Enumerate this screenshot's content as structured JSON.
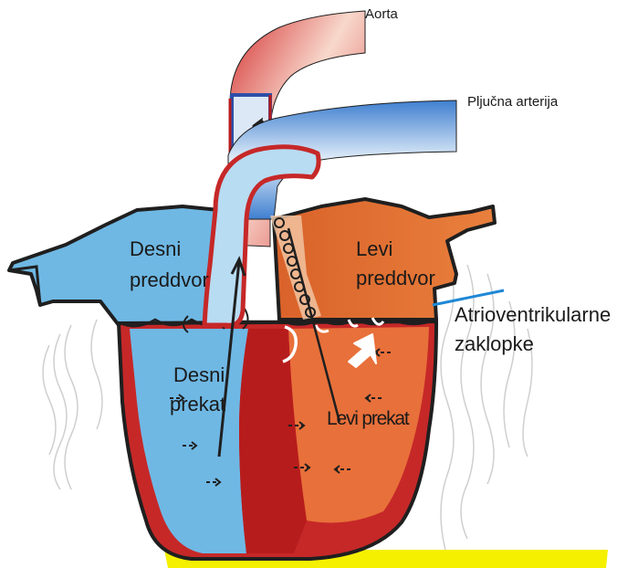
{
  "labels": {
    "aorta": "Aorta",
    "pulmonary_artery": "Pljučna arterija",
    "right_atrium": [
      "Desni",
      "preddvor"
    ],
    "left_atrium": [
      "Levi",
      "preddvor"
    ],
    "av_valves": [
      "Atrioventrikularne",
      "zaklopke"
    ],
    "right_ventricle": [
      "Desni",
      "prekat"
    ],
    "left_ventricle": "Levi prekat"
  },
  "colors": {
    "oxygen_rich": "#e8703a",
    "oxygen_poor": "#6fb8e4",
    "muscle": "#c62828",
    "outline": "#1f1f1f",
    "pointer_line": "#1e88d6",
    "base_highlight": "#f5f000"
  }
}
